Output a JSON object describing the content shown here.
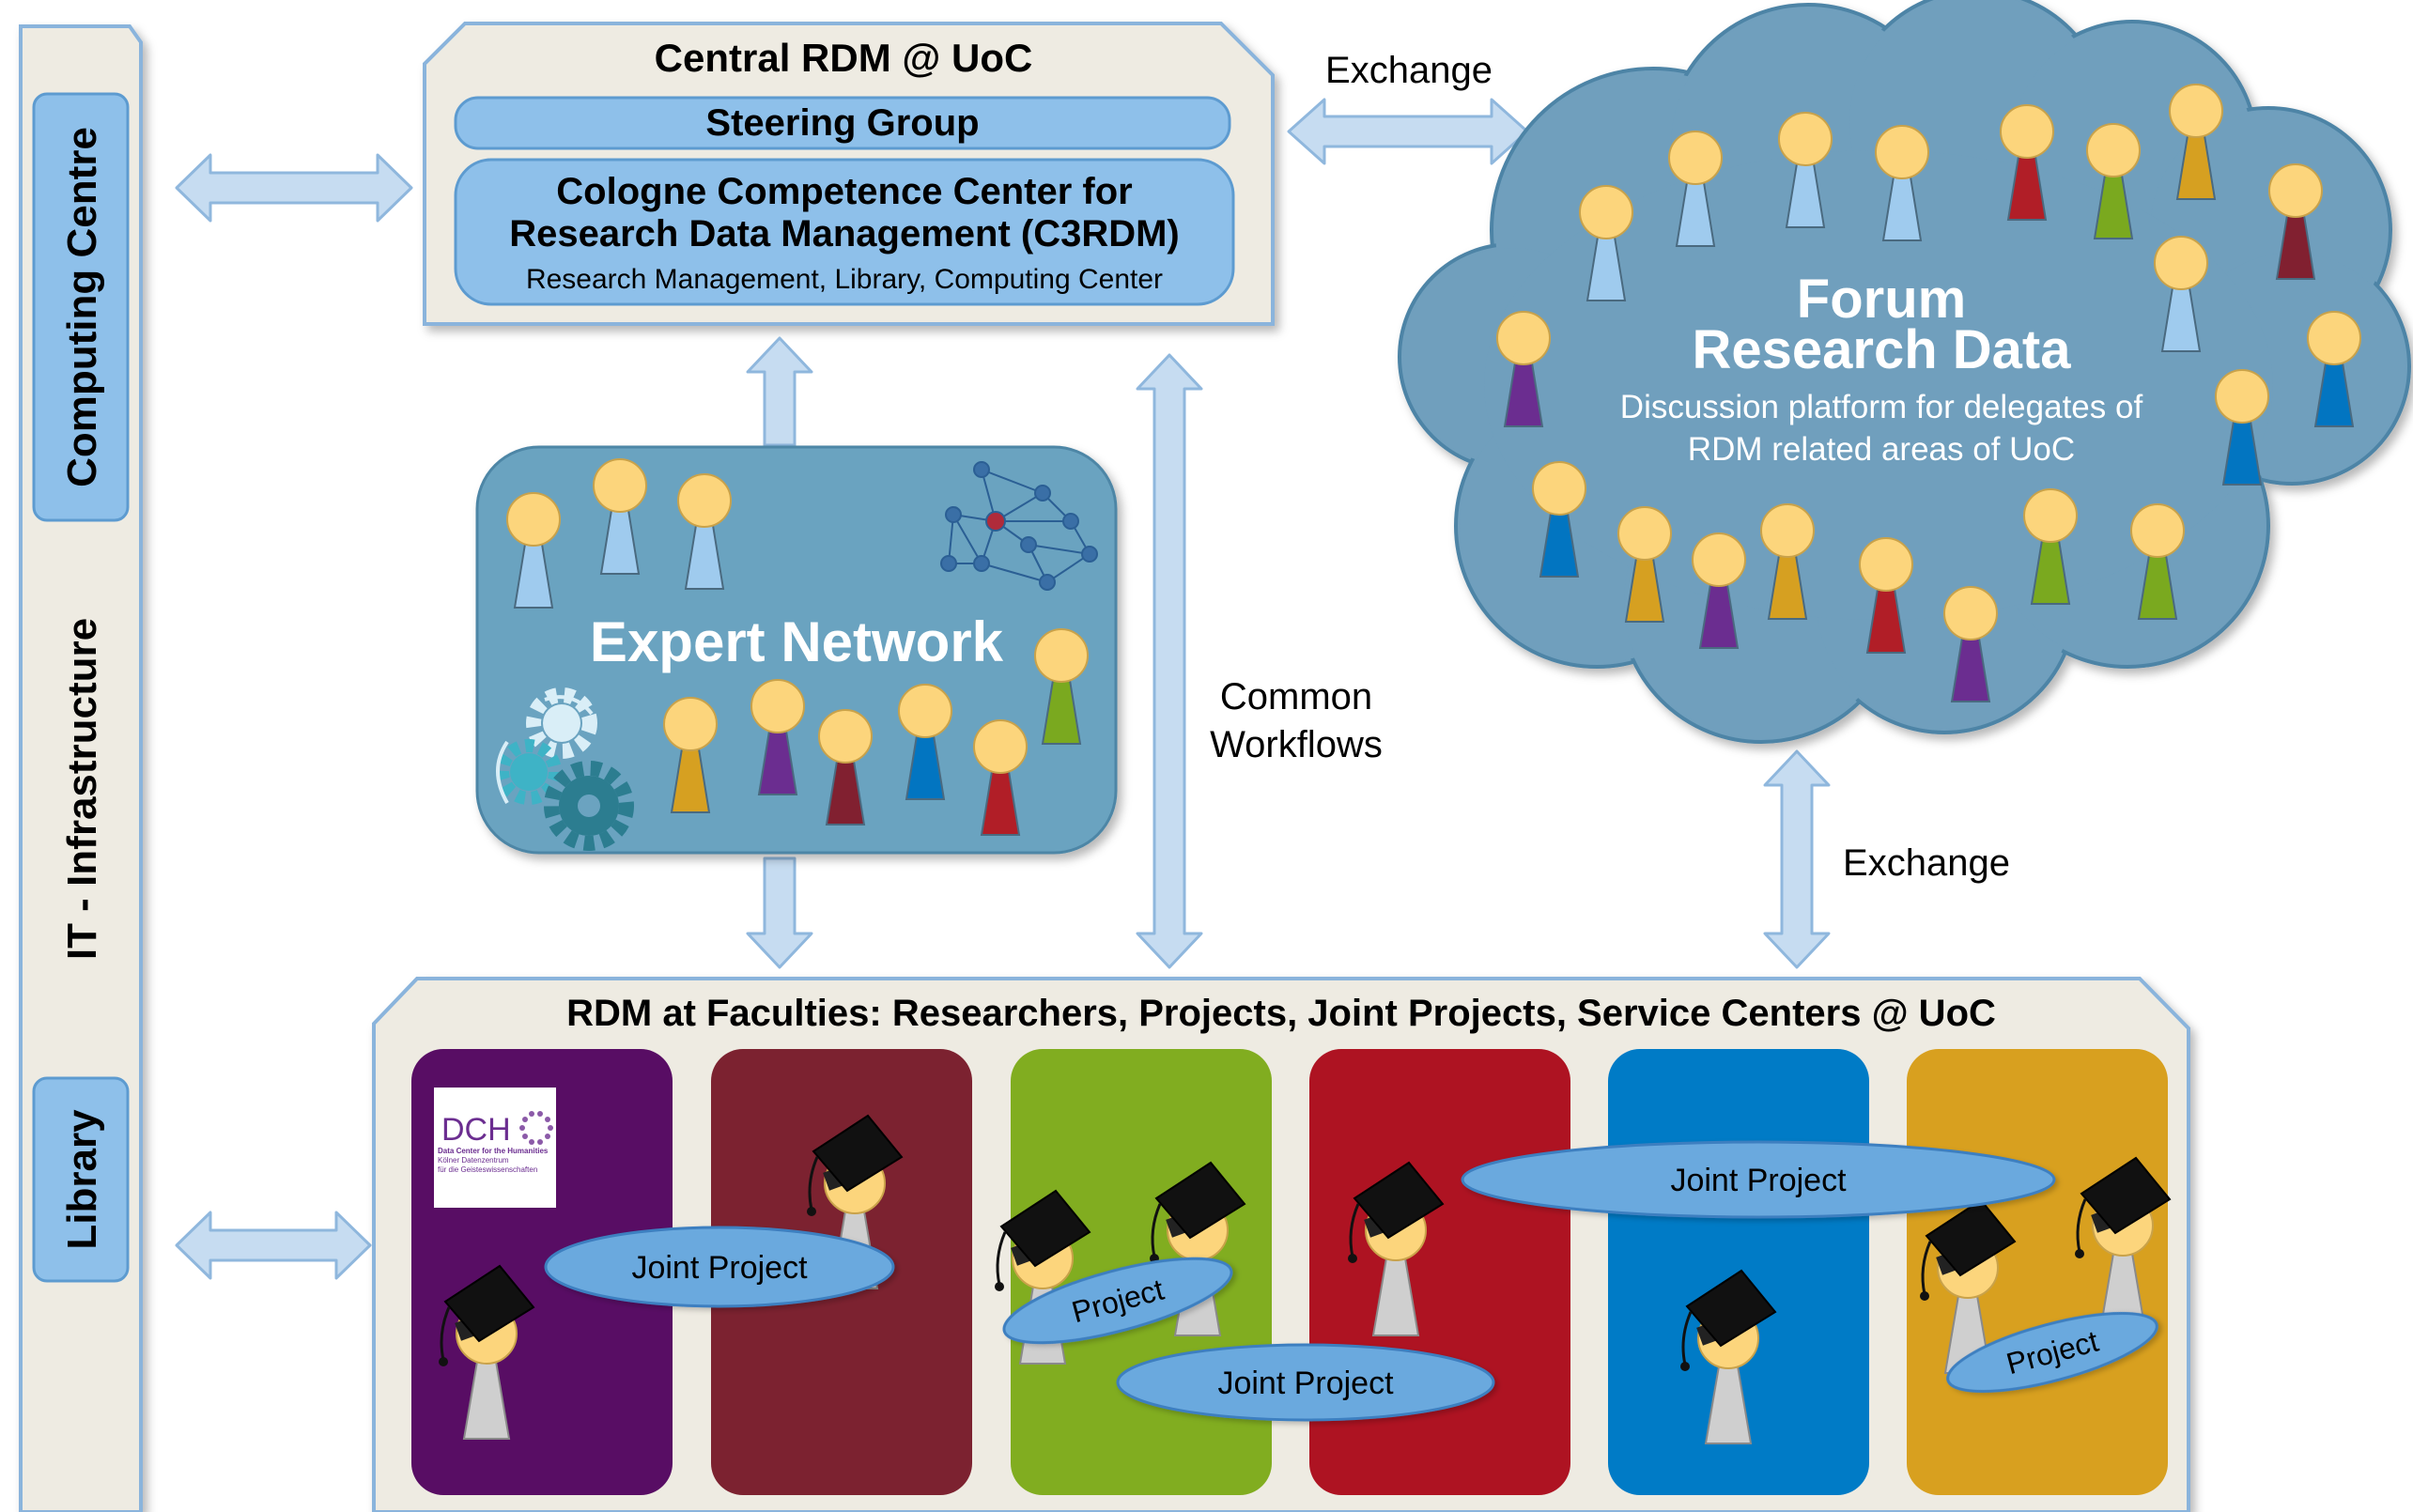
{
  "colors": {
    "panel_fill": "#eeebe2",
    "panel_stroke": "#8ab4dc",
    "light_blue": "#8ec0ea",
    "arrow_fill": "#c6dcf1",
    "arrow_stroke": "#8fb7dd",
    "teal": "#6ba3c0",
    "cloud": "#6f9fbd",
    "ellipse": "#6aa9de",
    "head": "#fcd57c",
    "white_text": "#ffffff",
    "person_colors": [
      "#6b2d90",
      "#812030",
      "#7aa91f",
      "#b11e27",
      "#0275c1",
      "#d6a021",
      "#9fcbee"
    ],
    "faculty_colors": [
      "#580d64",
      "#7c2230",
      "#81ad20",
      "#ae1322",
      "#007bc6",
      "#d8a01f"
    ]
  },
  "it_infrastructure": {
    "label": "IT - Infrastructure",
    "computing_centre": "Computing Centre",
    "library": "Library"
  },
  "central": {
    "title": "Central RDM @ UoC",
    "steering_group": "Steering Group",
    "c3rdm_line1": "Cologne Competence Center for",
    "c3rdm_line2": "Research Data Management (C3RDM)",
    "c3rdm_sub": "Research Management, Library, Computing Center"
  },
  "expert_network": {
    "title": "Expert Network"
  },
  "forum": {
    "title_line1": "Forum",
    "title_line2": "Research Data",
    "desc_line1": "Discussion platform for delegates of",
    "desc_line2": "RDM related areas of UoC"
  },
  "labels": {
    "exchange_top": "Exchange",
    "common_line1": "Common",
    "common_line2": "Workflows",
    "exchange_right": "Exchange"
  },
  "faculties": {
    "title": "RDM at Faculties: Researchers, Projects, Joint Projects, Service Centers @ UoC",
    "dch_logo": "DCH",
    "dch_small1": "Data Center for the Humanities",
    "dch_small2": "Kölner Datenzentrum",
    "dch_small3": "für die Geisteswissenschaften",
    "joint_project_1": "Joint Project",
    "project_1": "Project",
    "joint_project_2": "Joint Project",
    "joint_project_3": "Joint Project",
    "project_2": "Project"
  }
}
